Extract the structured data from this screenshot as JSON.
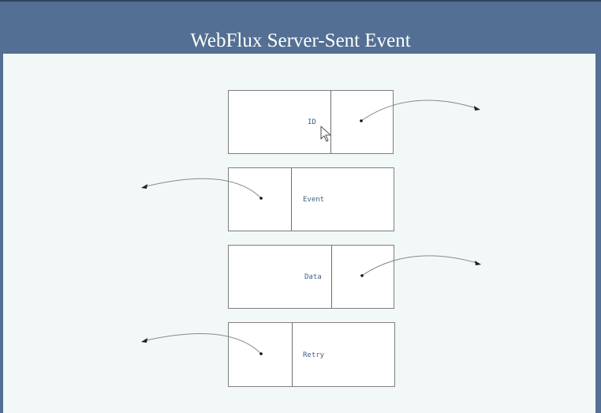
{
  "title": "WebFlux Server-Sent Event",
  "fields": [
    {
      "label": "ID"
    },
    {
      "label": "Event"
    },
    {
      "label": "Data"
    },
    {
      "label": "Retry"
    }
  ],
  "colors": {
    "header": "#536f93",
    "canvas": "#f2f8f7",
    "label_text": "#3e5f85",
    "arrow": "#8a8a8a"
  },
  "icons": [
    "mouse-cursor-icon"
  ]
}
